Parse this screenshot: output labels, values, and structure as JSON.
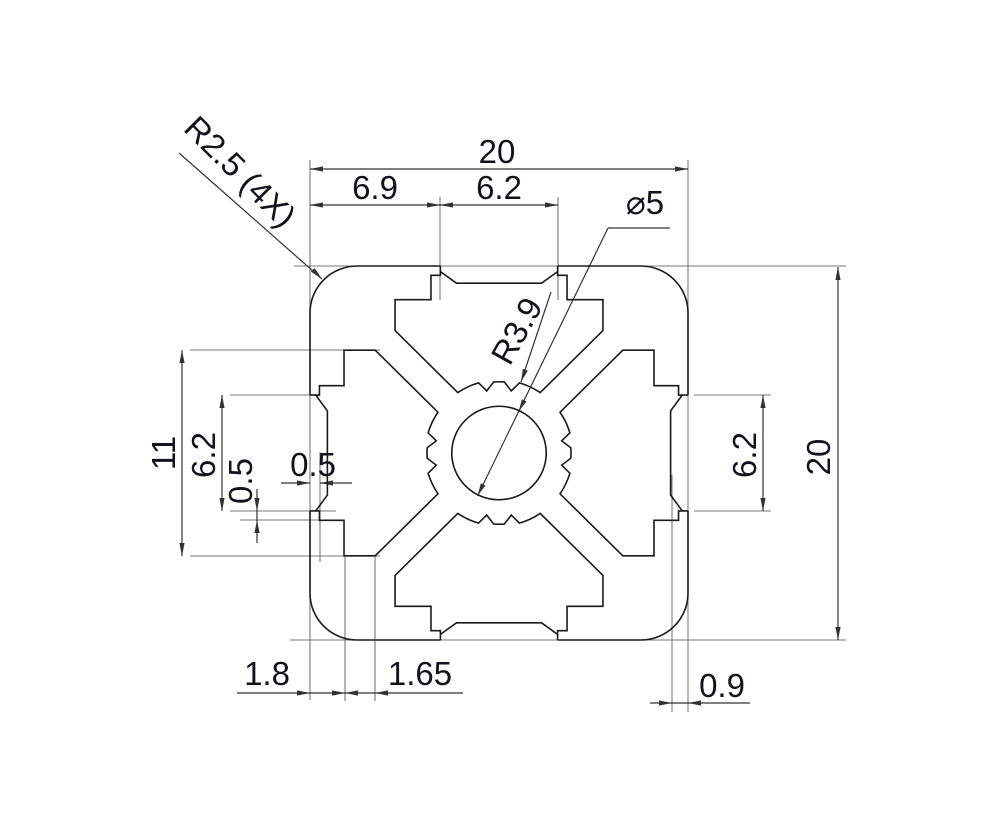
{
  "drawing": {
    "type": "extrusion-cross-section",
    "dims": {
      "overall_width": "20",
      "overall_height": "20",
      "top_offset": "6.9",
      "top_slot_opening": "6.2",
      "left_slot_opening": "6.2",
      "right_slot_opening": "6.2",
      "cavity_width": "11",
      "lip_land": "0.5",
      "lip_step": "0.5",
      "wall_thickness": "1.8",
      "cavity_side_wall": "1.65",
      "bevel_depth": "0.9",
      "corner_radius": "R2.5 (4X)",
      "center_hole": "⌀5",
      "core_radius": "R3.9"
    },
    "colors": {
      "profile_line": "#1a1a1a",
      "dimension_line": "#333333",
      "extension_line": "#7a7a7a",
      "text": "#10131c",
      "background": "#ffffff"
    }
  }
}
